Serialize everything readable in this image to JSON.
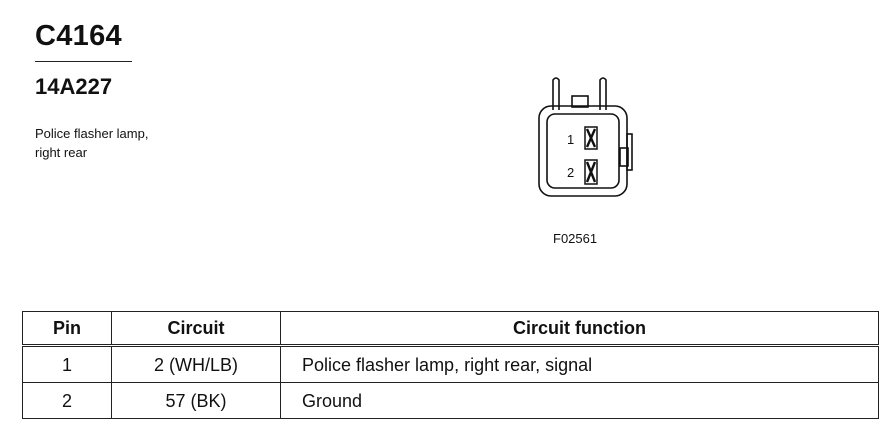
{
  "header": {
    "connector_id": "C4164",
    "part_number": "14A227",
    "description_lines": [
      "Police flasher lamp,",
      "right rear"
    ]
  },
  "figure": {
    "pin_labels": [
      "1",
      "2"
    ],
    "code": "F02561"
  },
  "pin_table": {
    "columns": [
      "Pin",
      "Circuit",
      "Circuit function"
    ],
    "rows": [
      [
        "1",
        "2 (WH/LB)",
        "Police flasher lamp, right rear, signal"
      ],
      [
        "2",
        "57 (BK)",
        "Ground"
      ]
    ]
  }
}
